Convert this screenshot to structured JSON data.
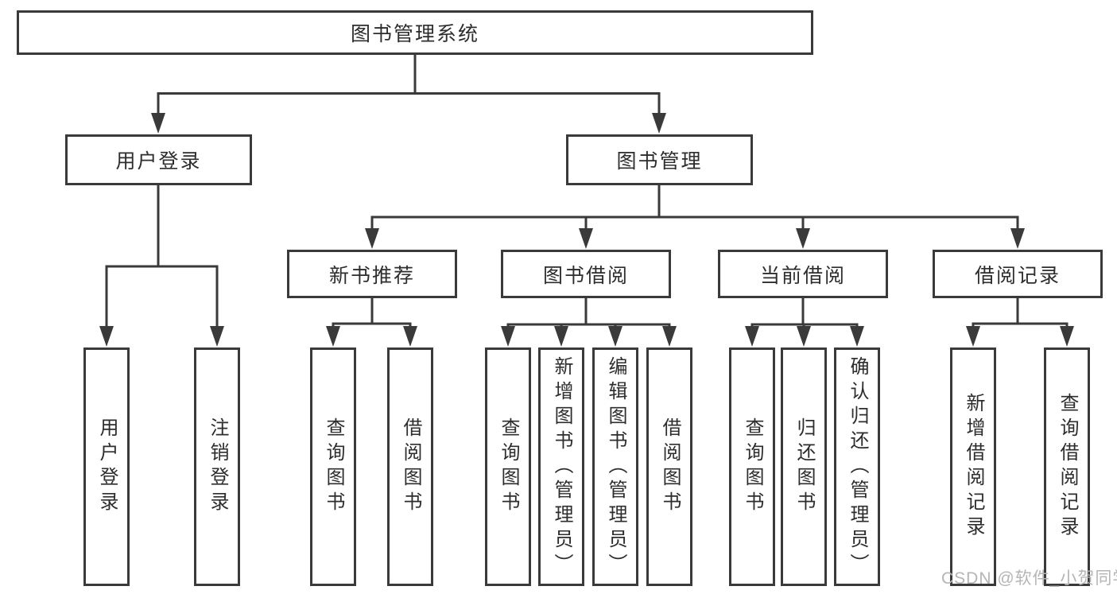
{
  "diagram": {
    "root": {
      "label": "图书管理系统"
    },
    "login_branch": {
      "label": "用户登录",
      "children": [
        {
          "label": "用户登录"
        },
        {
          "label": "注销登录"
        }
      ]
    },
    "mgmt_branch": {
      "label": "图书管理",
      "groups": [
        {
          "label": "新书推荐",
          "children": [
            {
              "label": "查询图书"
            },
            {
              "label": "借阅图书"
            }
          ]
        },
        {
          "label": "图书借阅",
          "children": [
            {
              "label": "查询图书"
            },
            {
              "label": "新增图书（管理员）"
            },
            {
              "label": "编辑图书（管理员）"
            },
            {
              "label": "借阅图书"
            }
          ]
        },
        {
          "label": "当前借阅",
          "children": [
            {
              "label": "查询图书"
            },
            {
              "label": "归还图书"
            },
            {
              "label": "确认归还（管理员）"
            }
          ]
        },
        {
          "label": "借阅记录",
          "children": [
            {
              "label": "新增借阅记录"
            },
            {
              "label": "查询借阅记录"
            }
          ]
        }
      ]
    },
    "colors": {
      "line": "#3a3a3a",
      "text": "#2d2d2d",
      "watermark": "#b5b5b5",
      "background": "#ffffff"
    },
    "watermark": "CSDN @软件_小贺同学"
  }
}
